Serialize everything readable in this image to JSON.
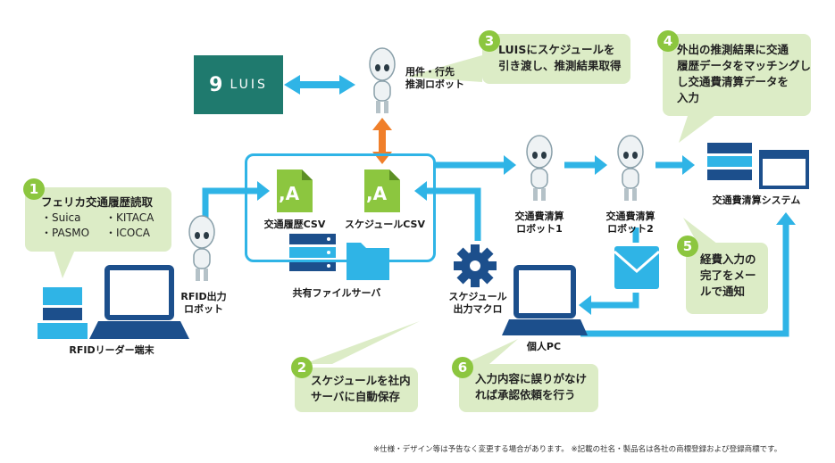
{
  "luis": {
    "mark": "9",
    "word": "LUIS"
  },
  "robots": {
    "schedule_robot": "用件・行先\n推測ロボット",
    "rfid_robot": "RFID出力\nロボット",
    "robot1": "交通費清算\nロボット1",
    "robot2": "交通費清算\nロボット2"
  },
  "nodes": {
    "history_csv": "交通履歴CSV",
    "schedule_csv": "スケジュールCSV",
    "file_server": "共有ファイルサーバ",
    "macro": "スケジュール\n出力マクロ",
    "rfid_terminal": "RFIDリーダー端末",
    "personal_pc": "個人PC",
    "expense_system": "交通費清算システム",
    "csv_glyph": ",A"
  },
  "callouts": {
    "c1": {
      "num": "1",
      "title": "フェリカ交通履歴読取",
      "items": [
        "・Suica",
        "・KITACA",
        "・PASMO",
        "・ICOCA"
      ]
    },
    "c2": {
      "num": "2",
      "text": "スケジュールを社内\nサーバに自動保存"
    },
    "c3": {
      "num": "3",
      "text": "LUISにスケジュールを\n引き渡し、推測結果取得"
    },
    "c4": {
      "num": "4",
      "text": "外出の推測結果に交通\n履歴データをマッチングし\nし交通費清算データを\n入力"
    },
    "c5": {
      "num": "5",
      "text": "経費入力の\n完了をメー\nルで通知"
    },
    "c6": {
      "num": "6",
      "text": "入力内容に誤りがなけ\nれば承認依頼を行う"
    }
  },
  "footnote": "※仕様・デザイン等は予告なく変更する場合があります。 ※記載の社名・製品名は各社の商標登録および登録商標です。",
  "colors": {
    "arrow": "#2fb4e6",
    "orange": "#f07f2a",
    "green": "#8cc63f",
    "callout": "#dcecc6",
    "navy": "#1c4f8c",
    "luis": "#1f7a6e"
  }
}
